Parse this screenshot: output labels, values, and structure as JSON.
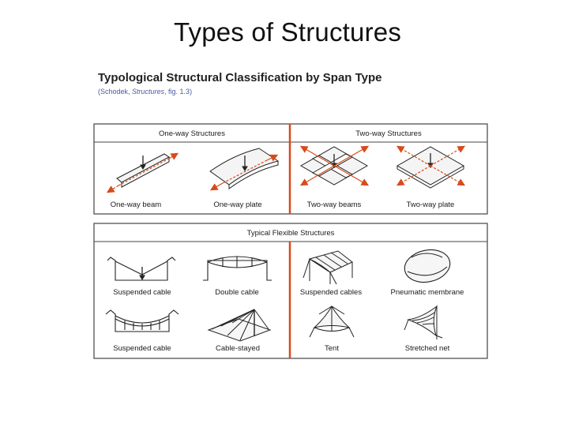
{
  "slide": {
    "title": "Types of Structures"
  },
  "figure": {
    "heading": "Typological Structural Classification by Span Type",
    "citation_prefix": "(Schodek, ",
    "citation_italic": "Structures",
    "citation_suffix": ", fig. 1.3)",
    "accent_color": "#d84a1b",
    "panels": {
      "one_way": {
        "title": "One-way Structures",
        "items": [
          "One-way beam",
          "One-way plate"
        ]
      },
      "two_way": {
        "title": "Two-way Structures",
        "items": [
          "Two-way beams",
          "Two-way plate"
        ]
      },
      "flexible": {
        "title": "Typical Flexible Structures",
        "items": [
          "Suspended cable",
          "Double cable",
          "Suspended cables",
          "Pneumatic membrane",
          "Suspended cable",
          "Cable-stayed",
          "Tent",
          "Stretched net"
        ]
      }
    }
  }
}
